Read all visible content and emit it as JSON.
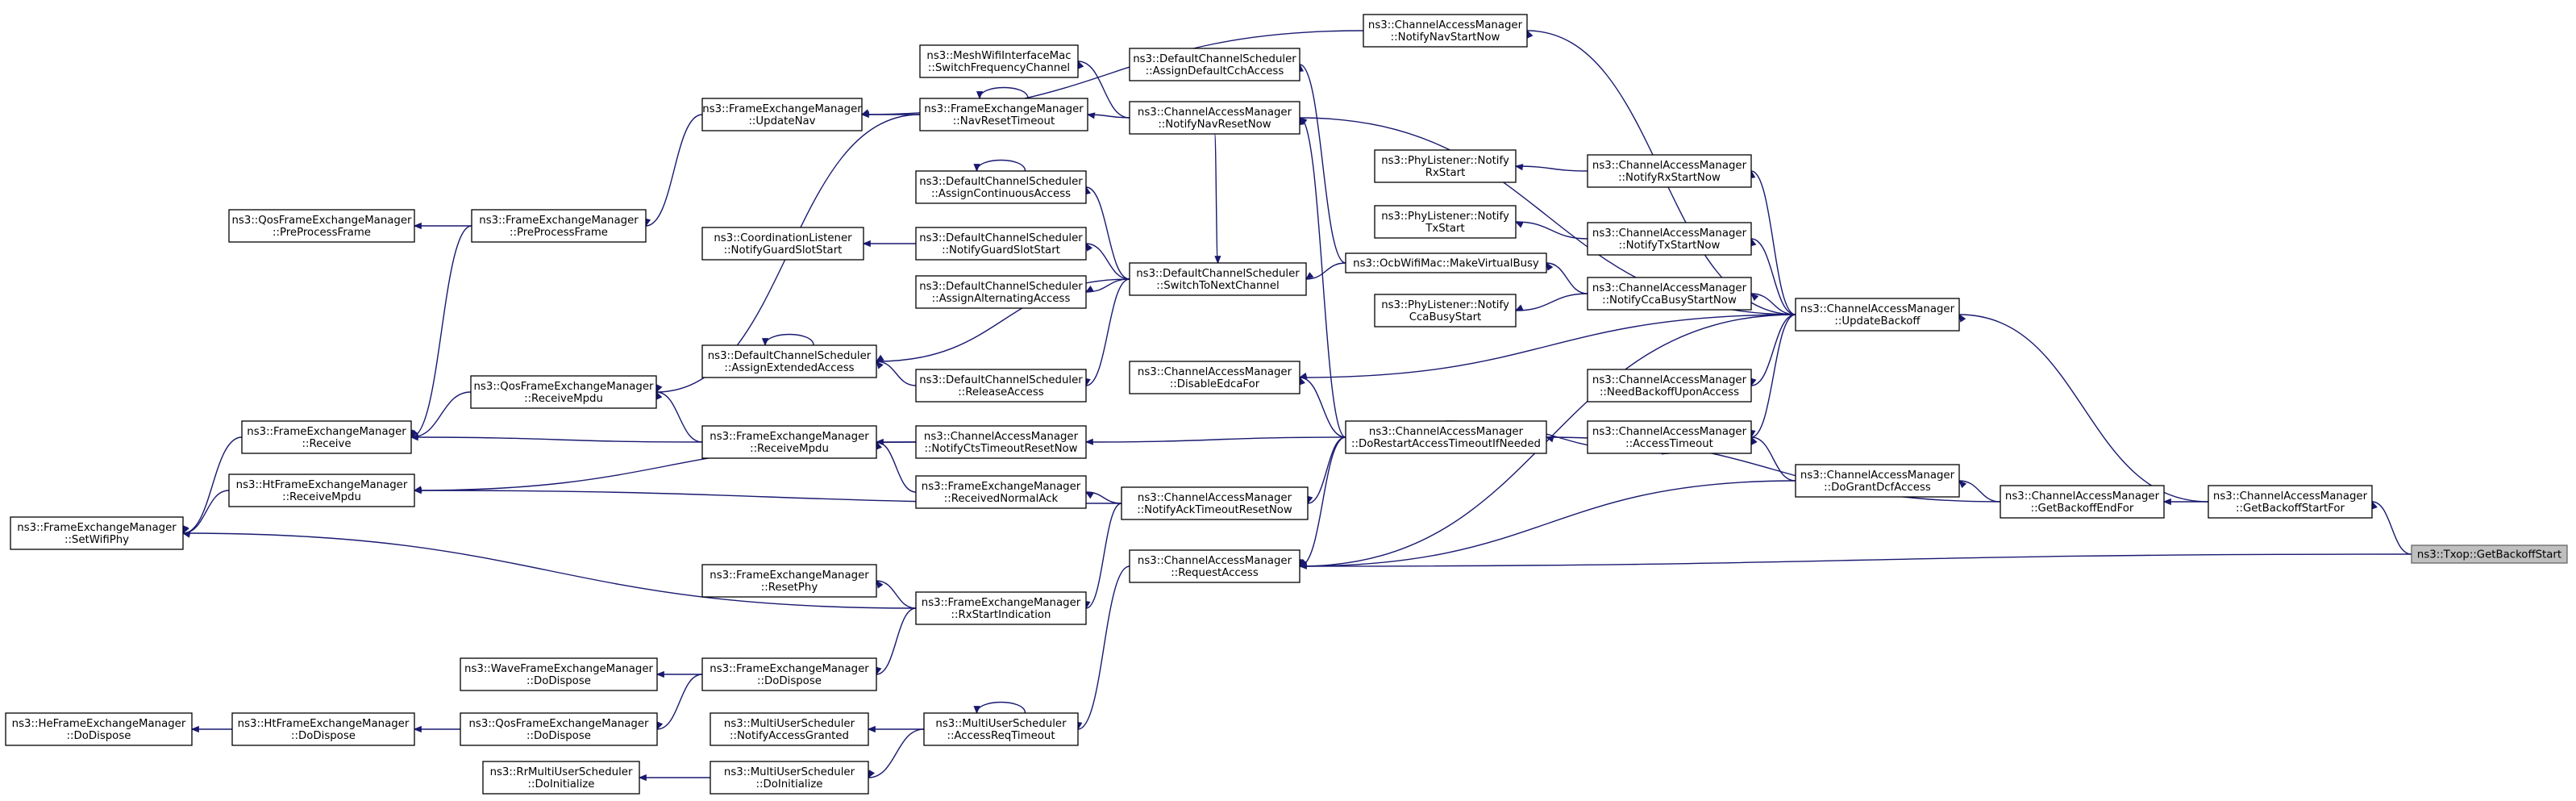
{
  "graph": {
    "title": "ns3::Txop::GetBackoffStart caller graph",
    "root": "txop_getbackoffstart",
    "nodes": [
      {
        "id": "cam_notifynavstartnow",
        "lines": [
          "ns3::ChannelAccessManager",
          "::NotifyNavStartNow"
        ]
      },
      {
        "id": "mesh_switchfreq",
        "lines": [
          "ns3::MeshWifiInterfaceMac",
          "::SwitchFrequencyChannel"
        ]
      },
      {
        "id": "dcs_assigndefaultcch",
        "lines": [
          "ns3::DefaultChannelScheduler",
          "::AssignDefaultCchAccess"
        ]
      },
      {
        "id": "fem_updatenav",
        "lines": [
          "ns3::FrameExchangeManager",
          "::UpdateNav"
        ]
      },
      {
        "id": "fem_navresettimeout",
        "lines": [
          "ns3::FrameExchangeManager",
          "::NavResetTimeout"
        ]
      },
      {
        "id": "cam_notifynavresetnow",
        "lines": [
          "ns3::ChannelAccessManager",
          "::NotifyNavResetNow"
        ]
      },
      {
        "id": "phyl_notifyrxstart",
        "lines": [
          "ns3::PhyListener::Notify",
          "RxStart"
        ]
      },
      {
        "id": "cam_notifyrxstartnow",
        "lines": [
          "ns3::ChannelAccessManager",
          "::NotifyRxStartNow"
        ]
      },
      {
        "id": "dcs_assigncontinuous",
        "lines": [
          "ns3::DefaultChannelScheduler",
          "::AssignContinuousAccess"
        ]
      },
      {
        "id": "qosfem_preprocess",
        "lines": [
          "ns3::QosFrameExchangeManager",
          "::PreProcessFrame"
        ]
      },
      {
        "id": "fem_preprocess",
        "lines": [
          "ns3::FrameExchangeManager",
          "::PreProcessFrame"
        ]
      },
      {
        "id": "phyl_notifytxstart",
        "lines": [
          "ns3::PhyListener::Notify",
          "TxStart"
        ]
      },
      {
        "id": "cam_notifytxstartnow",
        "lines": [
          "ns3::ChannelAccessManager",
          "::NotifyTxStartNow"
        ]
      },
      {
        "id": "coordl_notifyguard",
        "lines": [
          "ns3::CoordinationListener",
          "::NotifyGuardSlotStart"
        ]
      },
      {
        "id": "dcs_notifyguard",
        "lines": [
          "ns3::DefaultChannelScheduler",
          "::NotifyGuardSlotStart"
        ]
      },
      {
        "id": "ocb_makevirtualbusy",
        "lines": [
          "ns3::OcbWifiMac::MakeVirtualBusy"
        ]
      },
      {
        "id": "dcs_switchtonext",
        "lines": [
          "ns3::DefaultChannelScheduler",
          "::SwitchToNextChannel"
        ]
      },
      {
        "id": "dcs_assignalternating",
        "lines": [
          "ns3::DefaultChannelScheduler",
          "::AssignAlternatingAccess"
        ]
      },
      {
        "id": "phyl_notifyccabusy",
        "lines": [
          "ns3::PhyListener::Notify",
          "CcaBusyStart"
        ]
      },
      {
        "id": "cam_notifyccabusystartnow",
        "lines": [
          "ns3::ChannelAccessManager",
          "::NotifyCcaBusyStartNow"
        ]
      },
      {
        "id": "cam_updatebackoff",
        "lines": [
          "ns3::ChannelAccessManager",
          "::UpdateBackoff"
        ]
      },
      {
        "id": "dcs_assignextended",
        "lines": [
          "ns3::DefaultChannelScheduler",
          "::AssignExtendedAccess"
        ]
      },
      {
        "id": "dcs_releaseaccess",
        "lines": [
          "ns3::DefaultChannelScheduler",
          "::ReleaseAccess"
        ]
      },
      {
        "id": "cam_disableedcafor",
        "lines": [
          "ns3::ChannelAccessManager",
          "::DisableEdcaFor"
        ]
      },
      {
        "id": "qosfem_receivempdu",
        "lines": [
          "ns3::QosFrameExchangeManager",
          "::ReceiveMpdu"
        ]
      },
      {
        "id": "cam_needbackoff",
        "lines": [
          "ns3::ChannelAccessManager",
          "::NeedBackoffUponAccess"
        ]
      },
      {
        "id": "fem_receive",
        "lines": [
          "ns3::FrameExchangeManager",
          "::Receive"
        ]
      },
      {
        "id": "fem_receivempdu",
        "lines": [
          "ns3::FrameExchangeManager",
          "::ReceiveMpdu"
        ]
      },
      {
        "id": "cam_notifyctstimeout",
        "lines": [
          "ns3::ChannelAccessManager",
          "::NotifyCtsTimeoutResetNow"
        ]
      },
      {
        "id": "cam_dorestartaccess",
        "lines": [
          "ns3::ChannelAccessManager",
          "::DoRestartAccessTimeoutIfNeeded"
        ]
      },
      {
        "id": "cam_accesstimeout",
        "lines": [
          "ns3::ChannelAccessManager",
          "::AccessTimeout"
        ]
      },
      {
        "id": "htfem_receivempdu",
        "lines": [
          "ns3::HtFrameExchangeManager",
          "::ReceiveMpdu"
        ]
      },
      {
        "id": "fem_receivednormalack",
        "lines": [
          "ns3::FrameExchangeManager",
          "::ReceivedNormalAck"
        ]
      },
      {
        "id": "cam_dograntdcf",
        "lines": [
          "ns3::ChannelAccessManager",
          "::DoGrantDcfAccess"
        ]
      },
      {
        "id": "cam_getbackoffendfor",
        "lines": [
          "ns3::ChannelAccessManager",
          "::GetBackoffEndFor"
        ]
      },
      {
        "id": "cam_getbackoffstartfor",
        "lines": [
          "ns3::ChannelAccessManager",
          "::GetBackoffStartFor"
        ]
      },
      {
        "id": "cam_notifyacktimeout",
        "lines": [
          "ns3::ChannelAccessManager",
          "::NotifyAckTimeoutResetNow"
        ]
      },
      {
        "id": "fem_setwifiphy",
        "lines": [
          "ns3::FrameExchangeManager",
          "::SetWifiPhy"
        ]
      },
      {
        "id": "txop_getbackoffstart",
        "lines": [
          "ns3::Txop::GetBackoffStart"
        ]
      },
      {
        "id": "cam_requestaccess",
        "lines": [
          "ns3::ChannelAccessManager",
          "::RequestAccess"
        ]
      },
      {
        "id": "fem_resetphy",
        "lines": [
          "ns3::FrameExchangeManager",
          "::ResetPhy"
        ]
      },
      {
        "id": "fem_rxstartindication",
        "lines": [
          "ns3::FrameExchangeManager",
          "::RxStartIndication"
        ]
      },
      {
        "id": "wavefem_dodispose",
        "lines": [
          "ns3::WaveFrameExchangeManager",
          "::DoDispose"
        ]
      },
      {
        "id": "fem_dodispose",
        "lines": [
          "ns3::FrameExchangeManager",
          "::DoDispose"
        ]
      },
      {
        "id": "hefem_dodispose",
        "lines": [
          "ns3::HeFrameExchangeManager",
          "::DoDispose"
        ]
      },
      {
        "id": "htfem_dodispose",
        "lines": [
          "ns3::HtFrameExchangeManager",
          "::DoDispose"
        ]
      },
      {
        "id": "qosfem_dodispose",
        "lines": [
          "ns3::QosFrameExchangeManager",
          "::DoDispose"
        ]
      },
      {
        "id": "mus_notifyaccessgranted",
        "lines": [
          "ns3::MultiUserScheduler",
          "::NotifyAccessGranted"
        ]
      },
      {
        "id": "mus_accessreqtimeout",
        "lines": [
          "ns3::MultiUserScheduler",
          "::AccessReqTimeout"
        ]
      },
      {
        "id": "rrmus_doinitialize",
        "lines": [
          "ns3::RrMultiUserScheduler",
          "::DoInitialize"
        ]
      },
      {
        "id": "mus_doinitialize",
        "lines": [
          "ns3::MultiUserScheduler",
          "::DoInitialize"
        ]
      }
    ],
    "edges": [
      {
        "from": "cam_getbackoffstartfor",
        "to": "txop_getbackoffstart"
      },
      {
        "from": "cam_requestaccess",
        "to": "txop_getbackoffstart"
      },
      {
        "from": "cam_getbackoffendfor",
        "to": "cam_getbackoffstartfor"
      },
      {
        "from": "cam_updatebackoff",
        "to": "cam_getbackoffstartfor"
      },
      {
        "from": "cam_dograntdcf",
        "to": "cam_getbackoffendfor"
      },
      {
        "from": "cam_dorestartaccess",
        "to": "cam_getbackoffendfor"
      },
      {
        "from": "cam_accesstimeout",
        "to": "cam_dograntdcf"
      },
      {
        "from": "cam_requestaccess",
        "to": "cam_dograntdcf"
      },
      {
        "from": "cam_notifynavstartnow",
        "to": "cam_updatebackoff"
      },
      {
        "from": "cam_notifynavresetnow",
        "to": "cam_updatebackoff"
      },
      {
        "from": "cam_notifyrxstartnow",
        "to": "cam_updatebackoff"
      },
      {
        "from": "cam_notifytxstartnow",
        "to": "cam_updatebackoff"
      },
      {
        "from": "cam_notifyccabusystartnow",
        "to": "cam_updatebackoff"
      },
      {
        "from": "cam_disableedcafor",
        "to": "cam_updatebackoff"
      },
      {
        "from": "cam_needbackoff",
        "to": "cam_updatebackoff"
      },
      {
        "from": "cam_accesstimeout",
        "to": "cam_updatebackoff"
      },
      {
        "from": "cam_requestaccess",
        "to": "cam_updatebackoff"
      },
      {
        "from": "fem_updatenav",
        "to": "cam_notifynavstartnow"
      },
      {
        "from": "fem_preprocess",
        "to": "fem_updatenav"
      },
      {
        "from": "qosfem_preprocess",
        "to": "fem_preprocess"
      },
      {
        "from": "fem_receive",
        "to": "fem_preprocess"
      },
      {
        "from": "fem_setwifiphy",
        "to": "fem_receive"
      },
      {
        "from": "fem_updatenav",
        "to": "fem_navresettimeout"
      },
      {
        "from": "fem_navresettimeout",
        "to": "fem_navresettimeout"
      },
      {
        "from": "qosfem_receivempdu",
        "to": "fem_navresettimeout"
      },
      {
        "from": "fem_navresettimeout",
        "to": "cam_notifynavresetnow"
      },
      {
        "from": "mesh_switchfreq",
        "to": "cam_notifynavresetnow"
      },
      {
        "from": "dcs_switchtonext",
        "to": "cam_notifynavresetnow"
      },
      {
        "from": "dcs_assigndefaultcch",
        "to": "ocb_makevirtualbusy"
      },
      {
        "from": "dcs_switchtonext",
        "to": "ocb_makevirtualbusy"
      },
      {
        "from": "ocb_makevirtualbusy",
        "to": "cam_notifyccabusystartnow"
      },
      {
        "from": "phyl_notifyrxstart",
        "to": "cam_notifyrxstartnow"
      },
      {
        "from": "phyl_notifytxstart",
        "to": "cam_notifytxstartnow"
      },
      {
        "from": "phyl_notifyccabusy",
        "to": "cam_notifyccabusystartnow"
      },
      {
        "from": "dcs_assigncontinuous",
        "to": "dcs_assigncontinuous"
      },
      {
        "from": "dcs_assigncontinuous",
        "to": "dcs_switchtonext"
      },
      {
        "from": "dcs_notifyguard",
        "to": "dcs_switchtonext"
      },
      {
        "from": "dcs_assignalternating",
        "to": "dcs_switchtonext"
      },
      {
        "from": "dcs_assignextended",
        "to": "dcs_switchtonext"
      },
      {
        "from": "dcs_releaseaccess",
        "to": "dcs_switchtonext"
      },
      {
        "from": "coordl_notifyguard",
        "to": "dcs_notifyguard"
      },
      {
        "from": "dcs_assignextended",
        "to": "dcs_assignextended"
      },
      {
        "from": "dcs_assignextended",
        "to": "dcs_releaseaccess"
      },
      {
        "from": "fem_receive",
        "to": "fem_receivempdu"
      },
      {
        "from": "qosfem_receivempdu",
        "to": "fem_receivempdu"
      },
      {
        "from": "fem_receive",
        "to": "qosfem_receivempdu"
      },
      {
        "from": "fem_setwifiphy",
        "to": "htfem_receivempdu"
      },
      {
        "from": "fem_receivempdu",
        "to": "cam_notifyctstimeout"
      },
      {
        "from": "htfem_receivempdu",
        "to": "cam_notifyctstimeout"
      },
      {
        "from": "fem_receivempdu",
        "to": "fem_receivednormalack"
      },
      {
        "from": "fem_receivednormalack",
        "to": "cam_notifyacktimeout"
      },
      {
        "from": "htfem_receivempdu",
        "to": "cam_notifyacktimeout"
      },
      {
        "from": "fem_rxstartindication",
        "to": "cam_notifyacktimeout"
      },
      {
        "from": "cam_notifyctstimeout",
        "to": "cam_dorestartaccess"
      },
      {
        "from": "cam_notifyacktimeout",
        "to": "cam_dorestartaccess"
      },
      {
        "from": "cam_disableedcafor",
        "to": "cam_dorestartaccess"
      },
      {
        "from": "cam_notifynavresetnow",
        "to": "cam_dorestartaccess"
      },
      {
        "from": "cam_accesstimeout",
        "to": "cam_dorestartaccess"
      },
      {
        "from": "cam_requestaccess",
        "to": "cam_dorestartaccess"
      },
      {
        "from": "fem_setwifiphy",
        "to": "fem_rxstartindication"
      },
      {
        "from": "fem_resetphy",
        "to": "fem_rxstartindication"
      },
      {
        "from": "fem_dodispose",
        "to": "fem_rxstartindication"
      },
      {
        "from": "wavefem_dodispose",
        "to": "fem_dodispose"
      },
      {
        "from": "qosfem_dodispose",
        "to": "fem_dodispose"
      },
      {
        "from": "htfem_dodispose",
        "to": "qosfem_dodispose"
      },
      {
        "from": "hefem_dodispose",
        "to": "htfem_dodispose"
      },
      {
        "from": "mus_accessreqtimeout",
        "to": "cam_requestaccess"
      },
      {
        "from": "mus_accessreqtimeout",
        "to": "mus_accessreqtimeout"
      },
      {
        "from": "mus_notifyaccessgranted",
        "to": "mus_accessreqtimeout"
      },
      {
        "from": "mus_doinitialize",
        "to": "mus_accessreqtimeout"
      },
      {
        "from": "rrmus_doinitialize",
        "to": "mus_doinitialize"
      }
    ]
  }
}
